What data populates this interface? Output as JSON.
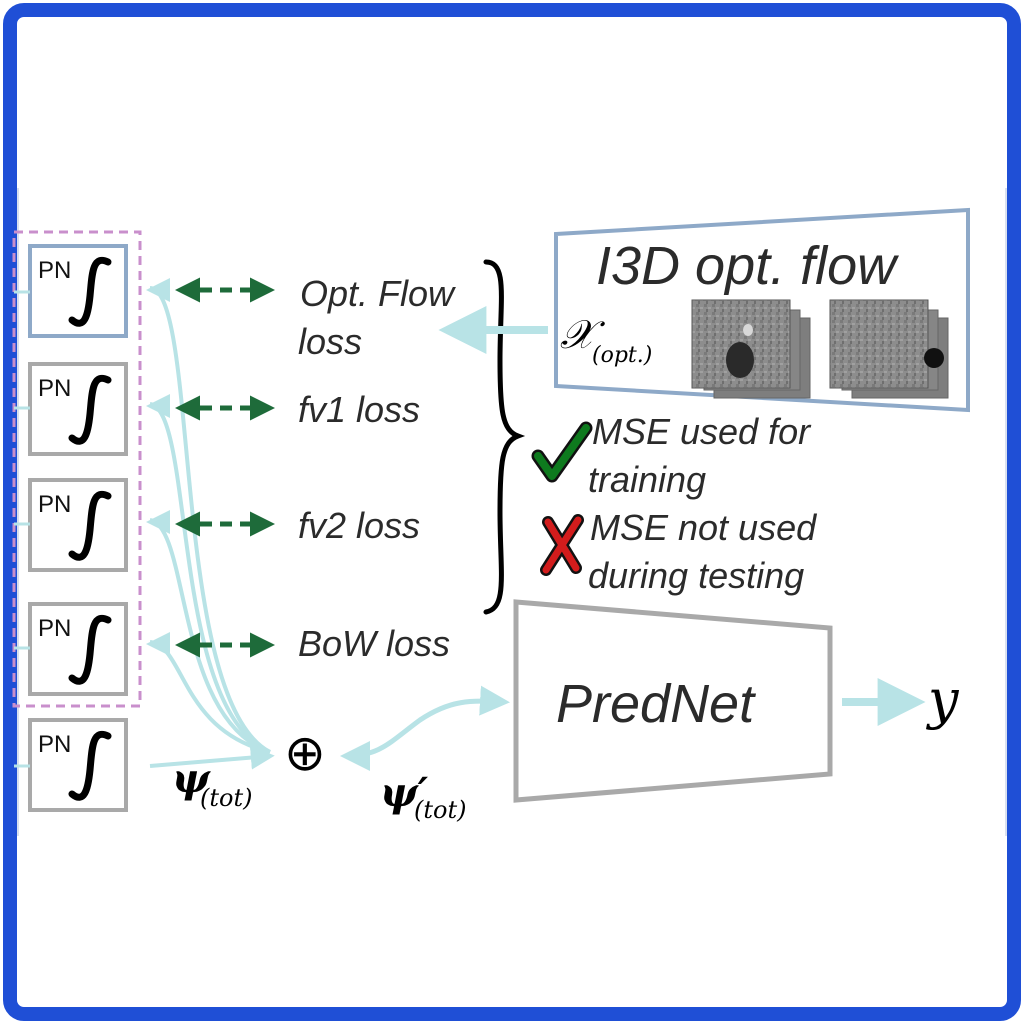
{
  "pn_blocks": [
    {
      "label": "PN"
    },
    {
      "label": "PN"
    },
    {
      "label": "PN"
    },
    {
      "label": "PN"
    },
    {
      "label": "PN"
    }
  ],
  "losses": {
    "opt_flow_line1": "Opt. Flow",
    "opt_flow_line2": "loss",
    "fv1": "fv1 loss",
    "fv2": "fv2 loss",
    "bow": "BoW loss"
  },
  "i3d": {
    "title": "I3D opt. flow",
    "x_symbol": "𝒳",
    "x_subscript": "(opt.)"
  },
  "legend": {
    "used_line1": "MSE used for",
    "used_line2": "training",
    "not_used_line1": "MSE not used",
    "not_used_line2": "during testing"
  },
  "prednet": {
    "label": "PredNet"
  },
  "output": {
    "label": "y"
  },
  "psi_tot": {
    "symbol": "ψ",
    "subscript": "(tot)"
  },
  "psi_tot_prime": {
    "symbol": "ψ′",
    "subscript": "(tot)"
  },
  "sum_symbol": "⊕",
  "colors": {
    "border_blue": "#1f4fd6",
    "light_cyan": "#b8e3e6",
    "dark_green": "#1e6b3a",
    "grey_box": "#a9a9a9",
    "blue_box": "#8ea9c8",
    "pink_dashed": "#c98fcc",
    "check_green": "#0e7a1e",
    "cross_red": "#d21c1c"
  }
}
